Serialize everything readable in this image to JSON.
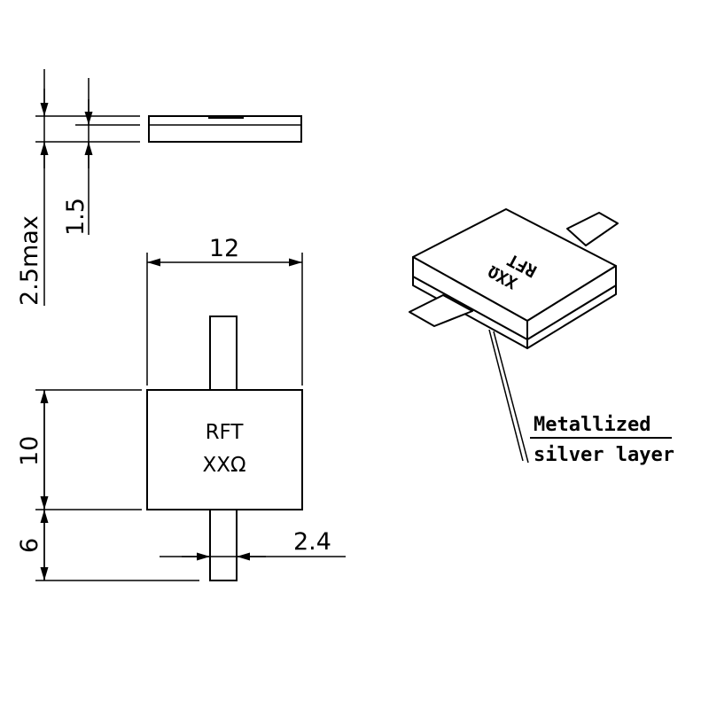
{
  "dimensions": {
    "overall_thickness": "2.5max",
    "substrate_thickness": "1.5",
    "body_width": "12",
    "body_length": "10",
    "tab_length": "6",
    "tab_width": "2.4"
  },
  "component_marking": {
    "line1": "RFT",
    "line2": "XXΩ"
  },
  "isometric_marking": {
    "line1": "RFT",
    "line2": "XXΩ"
  },
  "callout": {
    "line1": "Metallized",
    "line2": "silver layer"
  }
}
